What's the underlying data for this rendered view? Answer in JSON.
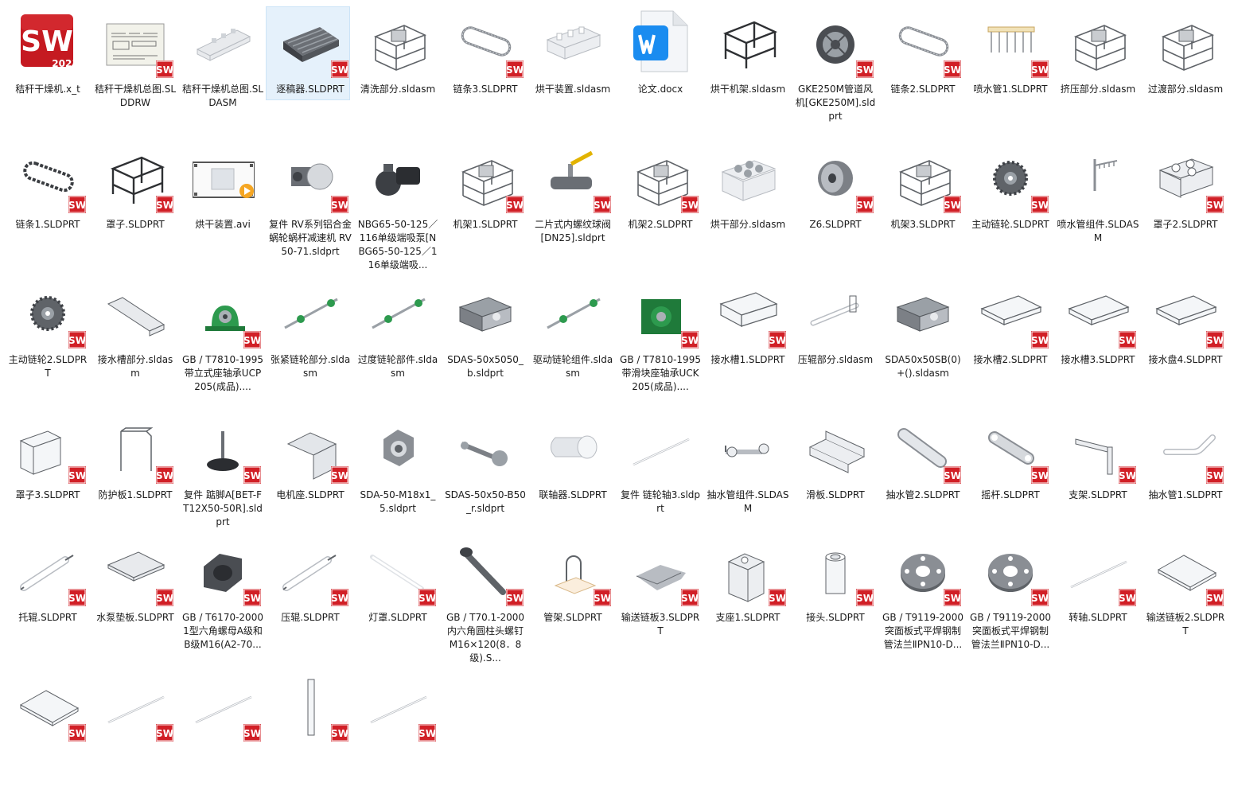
{
  "colors": {
    "sw_red": "#d11f26",
    "selected_bg": "#e5f1fb",
    "wps_blue": "#1a8cf0"
  },
  "files": [
    {
      "label": "秸秆干燥机.x_t",
      "icon": "sw2021-app-icon",
      "thumb": "sw-logo",
      "badge": false
    },
    {
      "label": "秸秆干燥机总图.SLDDRW",
      "icon": "drawing-thumbnail",
      "thumb": "drawing",
      "badge": true
    },
    {
      "label": "秸秆干燥机总图.SLDASM",
      "icon": "assembly-thumbnail",
      "thumb": "rail",
      "badge": false
    },
    {
      "label": "逐稿器.SLDPRT",
      "icon": "part-thumbnail",
      "thumb": "plate-grid",
      "badge": true,
      "selected": true
    },
    {
      "label": "清洗部分.sldasm",
      "icon": "assembly-thumbnail",
      "thumb": "frame",
      "badge": false
    },
    {
      "label": "链条3.SLDPRT",
      "icon": "part-thumbnail",
      "thumb": "chain-loop",
      "badge": true
    },
    {
      "label": "烘干装置.sldasm",
      "icon": "assembly-thumbnail",
      "thumb": "box-light",
      "badge": false
    },
    {
      "label": "论文.docx",
      "icon": "wps-document-icon",
      "thumb": "wps",
      "badge": false
    },
    {
      "label": "烘干机架.sldasm",
      "icon": "assembly-thumbnail",
      "thumb": "frame-dark",
      "badge": false
    },
    {
      "label": "GKE250M管道风机[GKE250M].sldprt",
      "icon": "part-thumbnail",
      "thumb": "fan",
      "badge": true
    },
    {
      "label": "链条2.SLDPRT",
      "icon": "part-thumbnail",
      "thumb": "chain-loop",
      "badge": true
    },
    {
      "label": "喷水管1.SLDPRT",
      "icon": "part-thumbnail",
      "thumb": "spray",
      "badge": true
    },
    {
      "label": "挤压部分.sldasm",
      "icon": "assembly-thumbnail",
      "thumb": "frame",
      "badge": false
    },
    {
      "label": "过渡部分.sldasm",
      "icon": "assembly-thumbnail",
      "thumb": "frame",
      "badge": false
    },
    {
      "label": "链条1.SLDPRT",
      "icon": "part-thumbnail",
      "thumb": "chain-dark",
      "badge": true
    },
    {
      "label": "罩子.SLDPRT",
      "icon": "part-thumbnail",
      "thumb": "frame-dark",
      "badge": true
    },
    {
      "label": "烘干装置.avi",
      "icon": "video-thumbnail",
      "thumb": "video",
      "badge": false
    },
    {
      "label": "复件 RV系列铝合金蜗轮蜗杆减速机 RV50-71.sldprt",
      "icon": "part-thumbnail",
      "thumb": "motor",
      "badge": true
    },
    {
      "label": "NBG65-50-125／116单级端吸泵[NBG65-50-125／116单级端吸...",
      "icon": "part-thumbnail",
      "thumb": "pump",
      "badge": false
    },
    {
      "label": "机架1.SLDPRT",
      "icon": "part-thumbnail",
      "thumb": "frame",
      "badge": true
    },
    {
      "label": "二片式内螺纹球阀[DN25].sldprt",
      "icon": "part-thumbnail",
      "thumb": "valve",
      "badge": true
    },
    {
      "label": "机架2.SLDPRT",
      "icon": "part-thumbnail",
      "thumb": "frame",
      "badge": true
    },
    {
      "label": "烘干部分.sldasm",
      "icon": "assembly-thumbnail",
      "thumb": "box-fans",
      "badge": false
    },
    {
      "label": "Z6.SLDPRT",
      "icon": "part-thumbnail",
      "thumb": "coupling",
      "badge": true
    },
    {
      "label": "机架3.SLDPRT",
      "icon": "part-thumbnail",
      "thumb": "frame",
      "badge": true
    },
    {
      "label": "主动链轮.SLDPRT",
      "icon": "part-thumbnail",
      "thumb": "sprocket",
      "badge": true
    },
    {
      "label": "喷水管组件.SLDASM",
      "icon": "assembly-thumbnail",
      "thumb": "spray-small",
      "badge": false
    },
    {
      "label": "罩子2.SLDPRT",
      "icon": "part-thumbnail",
      "thumb": "box-holes",
      "badge": true
    },
    {
      "label": "主动链轮2.SLDPRT",
      "icon": "part-thumbnail",
      "thumb": "sprocket",
      "badge": true
    },
    {
      "label": "接水槽部分.sldasm",
      "icon": "assembly-thumbnail",
      "thumb": "trough",
      "badge": false
    },
    {
      "label": "GB / T7810-1995带立式座轴承UCP205(成品)....",
      "icon": "part-thumbnail",
      "thumb": "bearing",
      "badge": true
    },
    {
      "label": "张紧链轮部分.sldasm",
      "icon": "assembly-thumbnail",
      "thumb": "shaft",
      "badge": false
    },
    {
      "label": "过度链轮部件.sldasm",
      "icon": "assembly-thumbnail",
      "thumb": "shaft",
      "badge": false
    },
    {
      "label": "SDAS-50x5050_b.sldprt",
      "icon": "part-thumbnail",
      "thumb": "cylinder",
      "badge": false
    },
    {
      "label": "驱动链轮组件.sldasm",
      "icon": "assembly-thumbnail",
      "thumb": "shaft",
      "badge": false
    },
    {
      "label": "GB / T7810-1995带滑块座轴承UCK205(成品)....",
      "icon": "part-thumbnail",
      "thumb": "bearing-block",
      "badge": true
    },
    {
      "label": "接水槽1.SLDPRT",
      "icon": "part-thumbnail",
      "thumb": "tray",
      "badge": true
    },
    {
      "label": "压辊部分.sldasm",
      "icon": "assembly-thumbnail",
      "thumb": "roller-asm",
      "badge": false
    },
    {
      "label": "SDA50x50SB(0)+().sldasm",
      "icon": "assembly-thumbnail",
      "thumb": "cylinder",
      "badge": false
    },
    {
      "label": "接水槽2.SLDPRT",
      "icon": "part-thumbnail",
      "thumb": "tray-flat",
      "badge": true
    },
    {
      "label": "接水槽3.SLDPRT",
      "icon": "part-thumbnail",
      "thumb": "tray-flat",
      "badge": true
    },
    {
      "label": "接水盘4.SLDPRT",
      "icon": "part-thumbnail",
      "thumb": "tray-flat",
      "badge": true
    },
    {
      "label": "罩子3.SLDPRT",
      "icon": "part-thumbnail",
      "thumb": "cover-box",
      "badge": true
    },
    {
      "label": "防护板1.SLDPRT",
      "icon": "part-thumbnail",
      "thumb": "guard",
      "badge": true
    },
    {
      "label": "复件 踮脚A[BET-FT12X50-50R].sldprt",
      "icon": "part-thumbnail",
      "thumb": "foot",
      "badge": true
    },
    {
      "label": "电机座.SLDPRT",
      "icon": "part-thumbnail",
      "thumb": "motor-seat",
      "badge": true
    },
    {
      "label": "SDA-50-M18x1_5.sldprt",
      "icon": "part-thumbnail",
      "thumb": "nut",
      "badge": false
    },
    {
      "label": "SDAS-50x50-B50_r.sldprt",
      "icon": "part-thumbnail",
      "thumb": "piston-rod",
      "badge": false
    },
    {
      "label": "联轴器.SLDPRT",
      "icon": "part-thumbnail",
      "thumb": "coupler",
      "badge": false
    },
    {
      "label": "复件 链轮轴3.sldprt",
      "icon": "part-thumbnail",
      "thumb": "thin-shaft",
      "badge": false
    },
    {
      "label": "抽水管组件.SLDASM",
      "icon": "assembly-thumbnail",
      "thumb": "pipe-asm",
      "badge": false
    },
    {
      "label": "滑板.SLDPRT",
      "icon": "part-thumbnail",
      "thumb": "slide",
      "badge": false
    },
    {
      "label": "抽水管2.SLDPRT",
      "icon": "part-thumbnail",
      "thumb": "tube",
      "badge": true
    },
    {
      "label": "摇杆.SLDPRT",
      "icon": "part-thumbnail",
      "thumb": "rocker",
      "badge": true
    },
    {
      "label": "支架.SLDPRT",
      "icon": "part-thumbnail",
      "thumb": "bracket",
      "badge": true
    },
    {
      "label": "抽水管1.SLDPRT",
      "icon": "part-thumbnail",
      "thumb": "bent-pipe",
      "badge": true
    },
    {
      "label": "托辊.SLDPRT",
      "icon": "part-thumbnail",
      "thumb": "idler",
      "badge": true
    },
    {
      "label": "水泵垫板.SLDPRT",
      "icon": "part-thumbnail",
      "thumb": "pad",
      "badge": true
    },
    {
      "label": "GB / T6170-20001型六角螺母A级和B级M16(A2-70...",
      "icon": "part-thumbnail",
      "thumb": "hex-nut",
      "badge": true
    },
    {
      "label": "压辊.SLDPRT",
      "icon": "part-thumbnail",
      "thumb": "idler",
      "badge": true
    },
    {
      "label": "灯罩.SLDPRT",
      "icon": "part-thumbnail",
      "thumb": "thin-tube",
      "badge": true
    },
    {
      "label": "GB / T70.1-2000内六角圆柱头螺钉M16×120(8．8级).S...",
      "icon": "part-thumbnail",
      "thumb": "bolt",
      "badge": true
    },
    {
      "label": "管架.SLDPRT",
      "icon": "part-thumbnail",
      "thumb": "pipe-hanger",
      "badge": true
    },
    {
      "label": "输送链板3.SLDPRT",
      "icon": "part-thumbnail",
      "thumb": "chain-plate",
      "badge": true
    },
    {
      "label": "支座1.SLDPRT",
      "icon": "part-thumbnail",
      "thumb": "support",
      "badge": true
    },
    {
      "label": "接头.SLDPRT",
      "icon": "part-thumbnail",
      "thumb": "joint",
      "badge": true
    },
    {
      "label": "GB / T9119-2000突面板式平焊钢制管法兰ⅡPN10-D...",
      "icon": "part-thumbnail",
      "thumb": "flange",
      "badge": true
    },
    {
      "label": "GB / T9119-2000突面板式平焊钢制管法兰ⅡPN10-D...",
      "icon": "part-thumbnail",
      "thumb": "flange",
      "badge": true
    },
    {
      "label": "转轴.SLDPRT",
      "icon": "part-thumbnail",
      "thumb": "thin-shaft",
      "badge": true
    },
    {
      "label": "输送链板2.SLDPRT",
      "icon": "part-thumbnail",
      "thumb": "plate",
      "badge": true
    },
    {
      "label": "",
      "icon": "part-thumbnail",
      "thumb": "plate",
      "badge": true
    },
    {
      "label": "",
      "icon": "part-thumbnail",
      "thumb": "thin-shaft",
      "badge": true
    },
    {
      "label": "",
      "icon": "part-thumbnail",
      "thumb": "thin-shaft",
      "badge": true
    },
    {
      "label": "",
      "icon": "part-thumbnail",
      "thumb": "vertical-rod",
      "badge": true
    },
    {
      "label": "",
      "icon": "part-thumbnail",
      "thumb": "thin-shaft",
      "badge": true
    }
  ]
}
